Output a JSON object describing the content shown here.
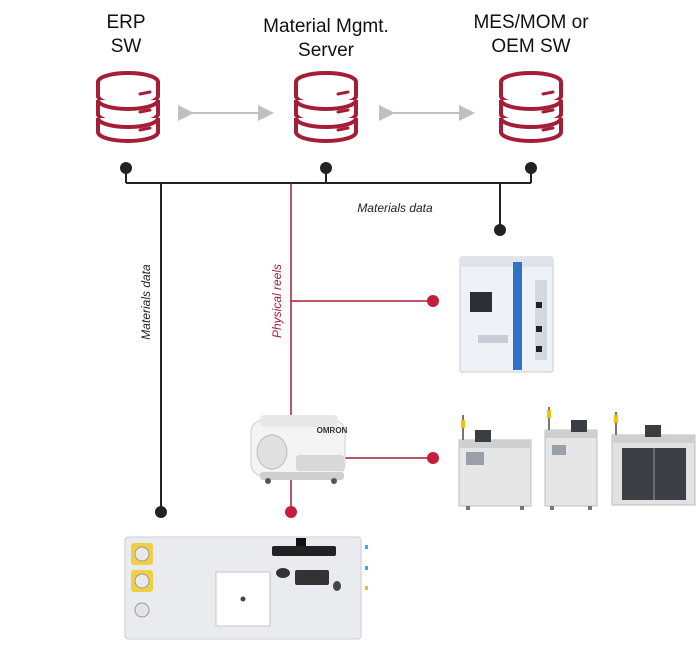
{
  "nodes": {
    "erp": {
      "title_lines": [
        "ERP",
        "SW"
      ]
    },
    "material_server": {
      "title_lines": [
        "Material Mgmt.",
        "Server"
      ]
    },
    "mes": {
      "title_lines": [
        "MES/MOM or",
        "OEM SW"
      ]
    }
  },
  "labels": {
    "materials_data_horizontal": "Materials data",
    "materials_data_vertical": "Materials data",
    "physical_reels": "Physical reels"
  },
  "equipment": {
    "agv_brand": "OMRON"
  },
  "colors": {
    "database_outline": "#a51d36",
    "data_line": "#222222",
    "physical_line": "#a51d36",
    "connector_dot_dark": "#222222",
    "connector_dot_red": "#c41e3a",
    "arrow_gray": "#c0c0c0"
  }
}
